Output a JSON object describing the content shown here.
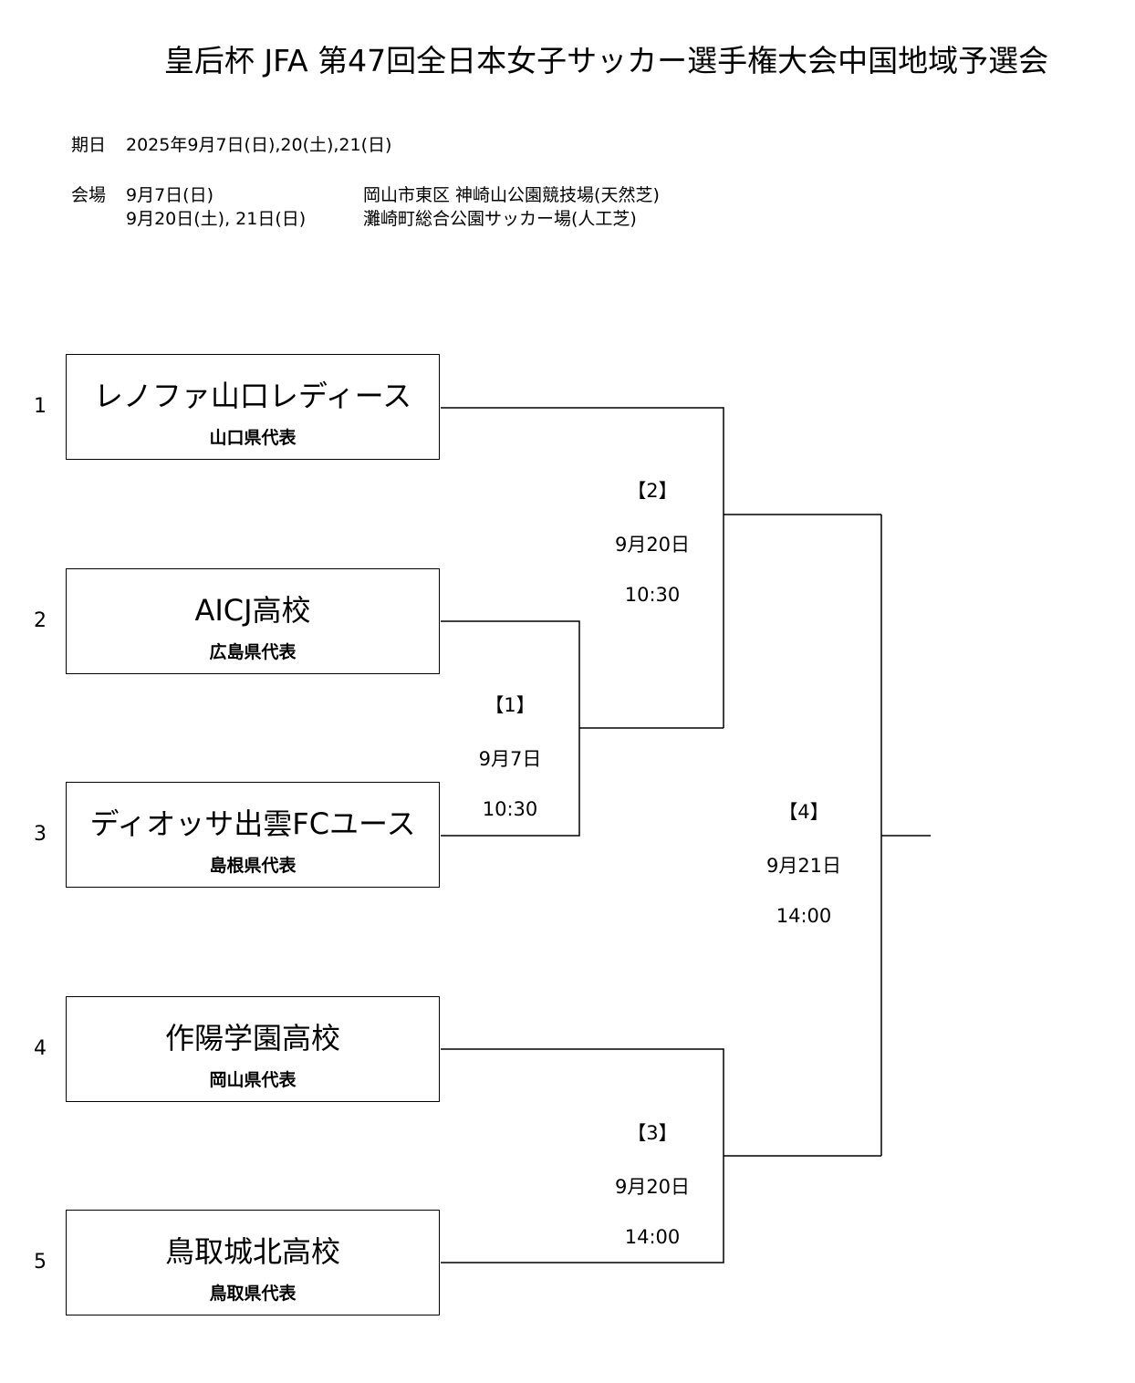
{
  "title": "皇后杯  JFA 第47回全日本女子サッカー選手権大会中国地域予選会",
  "schedule": {
    "date_label": "期日",
    "date_value": "2025年9月7日(日),20(土),21(日)",
    "venue_label": "会場",
    "venues": [
      {
        "day": "9月7日(日)",
        "place": "岡山市東区  神崎山公園競技場(天然芝)"
      },
      {
        "day": "9月20日(土), 21日(日)",
        "place": "灘崎町総合公園サッカー場(人工芝)"
      }
    ]
  },
  "teams": [
    {
      "seed": "1",
      "name": "レノファ山口レディース",
      "pref": "山口県代表"
    },
    {
      "seed": "2",
      "name": "AICJ高校",
      "pref": "広島県代表"
    },
    {
      "seed": "3",
      "name": "ディオッサ出雲FCユース",
      "pref": "島根県代表"
    },
    {
      "seed": "4",
      "name": "作陽学園高校",
      "pref": "岡山県代表"
    },
    {
      "seed": "5",
      "name": "鳥取城北高校",
      "pref": "鳥取県代表"
    }
  ],
  "matches": [
    {
      "no": "【1】",
      "date": "9月7日",
      "time": "10:30"
    },
    {
      "no": "【2】",
      "date": "9月20日",
      "time": "10:30"
    },
    {
      "no": "【3】",
      "date": "9月20日",
      "time": "14:00"
    },
    {
      "no": "【4】",
      "date": "9月21日",
      "time": "14:00"
    }
  ]
}
